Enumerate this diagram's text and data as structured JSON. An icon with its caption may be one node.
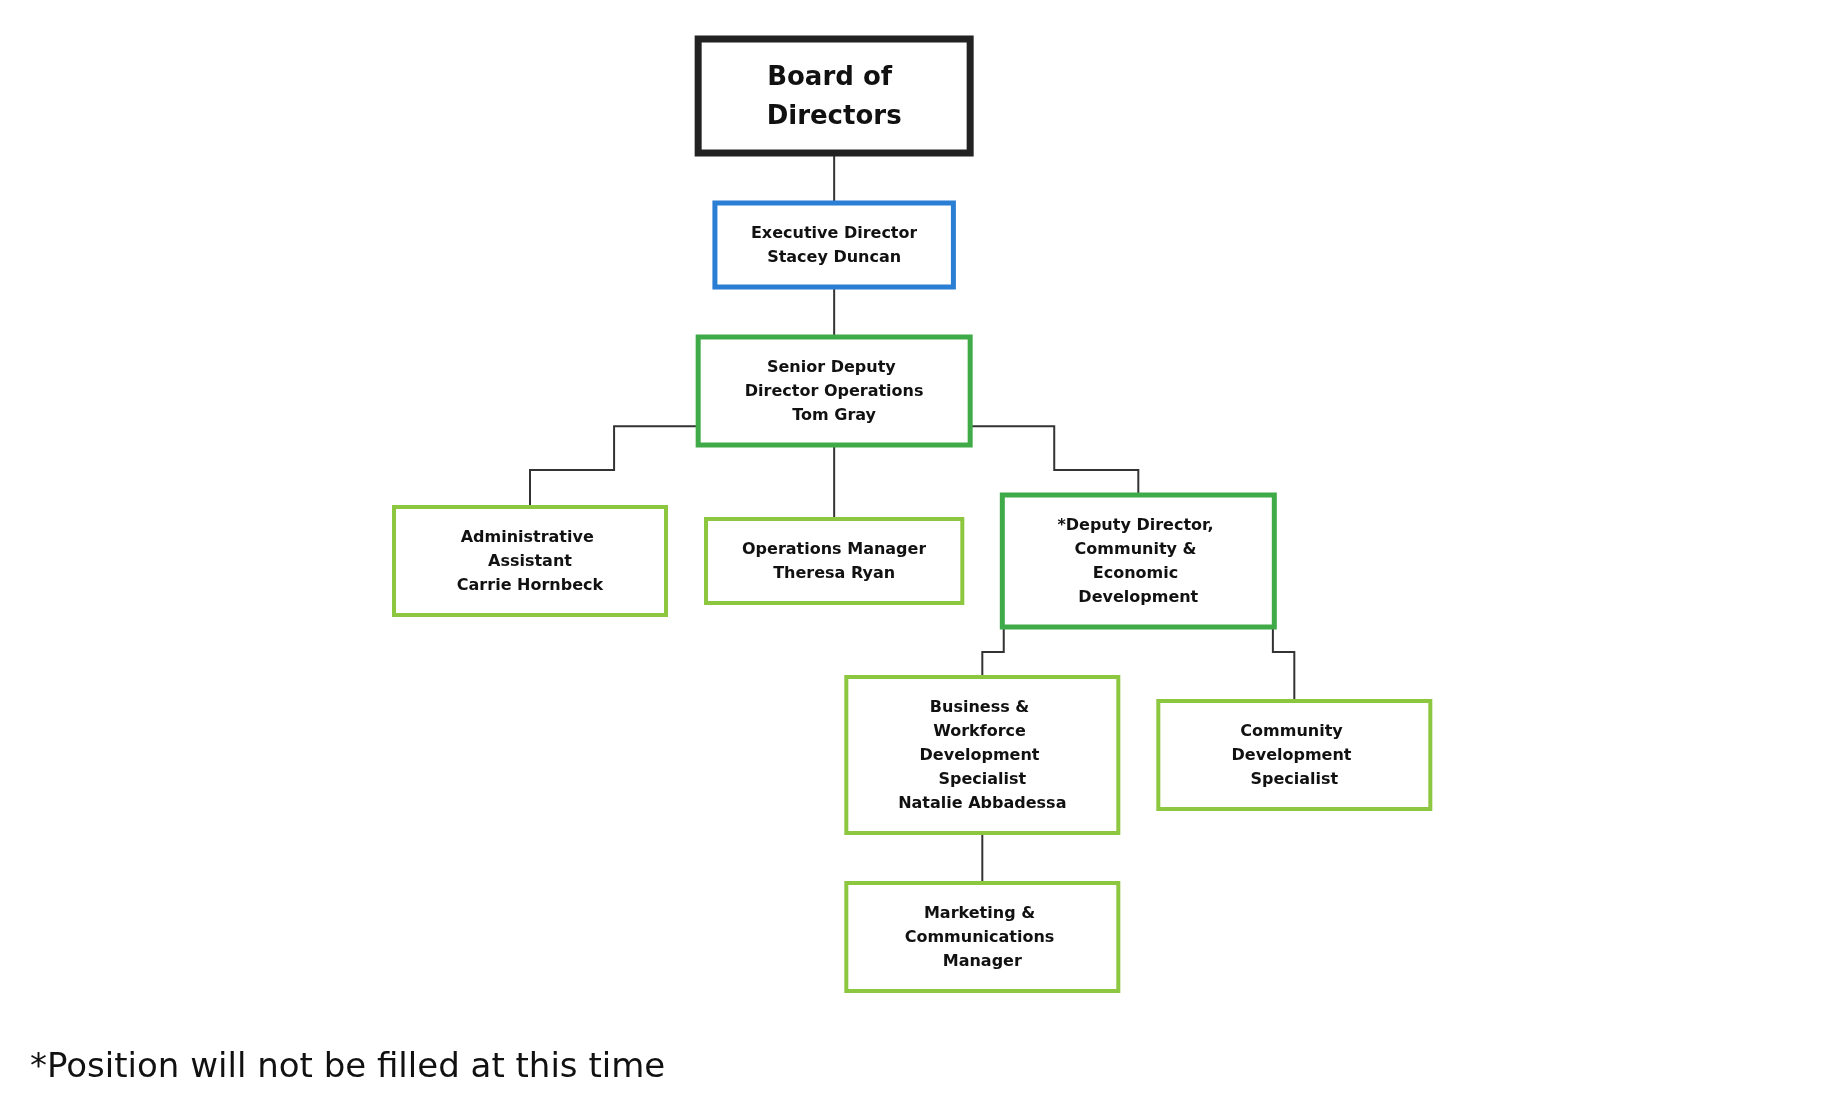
{
  "diagram": {
    "nodes": [
      {
        "text": [
          "Board of Directors"
        ]
      },
      {
        "text": [
          "Executive Director",
          "Stacey Duncan"
        ]
      },
      {
        "text": [
          "Senior Deputy Director Operations",
          "Tom Gray"
        ]
      },
      {
        "text": [
          "Administrative Assistant",
          "Carrie Hornbeck"
        ]
      },
      {
        "text": [
          "Operations Manager",
          "Theresa Ryan"
        ]
      },
      {
        "text": [
          "*Deputy Director, Community & Economic Development"
        ]
      },
      {
        "text": [
          "Business & Workforce Development Specialist",
          "Natalie Abbadessa"
        ]
      },
      {
        "text": [
          "Community Development Specialist"
        ]
      },
      {
        "text": [
          "Marketing & Communications Manager"
        ]
      }
    ],
    "edges": [
      {
        "from": 0,
        "to": 1,
        "arrow": "none"
      },
      {
        "from": 1,
        "to": 2,
        "arrow": "none"
      },
      {
        "from": 2,
        "to": 3,
        "arrow": "none"
      },
      {
        "from": 2,
        "to": 4,
        "arrow": "none"
      },
      {
        "from": 2,
        "to": 5,
        "arrow": "none"
      },
      {
        "from": 5,
        "to": 6,
        "arrow": "none"
      },
      {
        "from": 5,
        "to": 7,
        "arrow": "none"
      },
      {
        "from": 6,
        "to": 8,
        "arrow": "none"
      }
    ],
    "labels": [
      "*Position will not be filled at this time"
    ]
  }
}
